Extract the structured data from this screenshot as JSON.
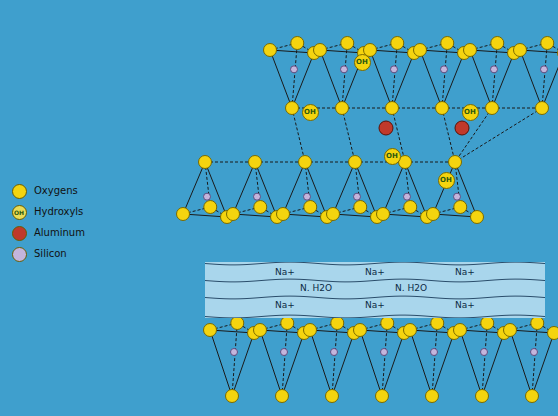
{
  "diagram": {
    "nodes": [
      {
        "text": [
          "OH"
        ]
      },
      {
        "text": [
          "OH"
        ]
      },
      {
        "text": [
          "OH"
        ]
      },
      {
        "text": [
          "OH"
        ]
      },
      {
        "text": [
          "OH"
        ]
      },
      {
        "text": [
          "Na+",
          "Na+",
          "Na+",
          "N. H2O",
          "N. H2O",
          "Na+",
          "Na+",
          "Na+"
        ]
      }
    ],
    "labels": [
      "OH"
    ],
    "legend": [
      {
        "text": "Oxygens",
        "color": "#f4d40f"
      },
      {
        "text": "Hydroxyls",
        "color": "#e9dc57"
      },
      {
        "text": "Aluminum",
        "color": "#c0392b"
      },
      {
        "text": "Silicon",
        "color": "#c4b5dc"
      }
    ]
  }
}
